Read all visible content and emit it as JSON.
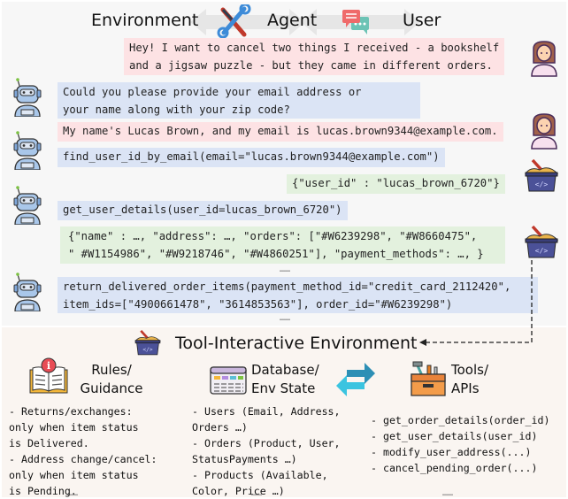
{
  "header": {
    "environment": "Environment",
    "agent": "Agent",
    "user": "User"
  },
  "conversation": [
    {
      "role": "user",
      "text": "Hey! I want to cancel two things I received - a bookshelf\nand a jigsaw puzzle - but they came in different orders."
    },
    {
      "role": "agent",
      "text": "Could you please provide your email address or\nyour name along with your zip code?"
    },
    {
      "role": "user",
      "text": "My name's Lucas Brown, and my email is lucas.brown9344@example.com."
    },
    {
      "role": "agent",
      "text": "find_user_id_by_email(email=\"lucas.brown9344@example.com\")"
    },
    {
      "role": "environment",
      "text": "{\"user_id\" : \"lucas_brown_6720\"}"
    },
    {
      "role": "agent",
      "text": "get_user_details(user_id=lucas_brown_6720\")"
    },
    {
      "role": "environment",
      "text": "{\"name\" : …, \"address\": …, \"orders\": [\"#W6239298\", \"#W8660475\",\n\" #W1154986\", \"#W9218746\", \"#W4860251\"], \"payment_methods\": …, }"
    },
    {
      "role": "agent",
      "text": "return_delivered_order_items(payment_method_id=\"credit_card_2112420\",\nitem_ids=[\"4900661478\", \"3614853563\"], order_id=\"#W6239298\")"
    }
  ],
  "ellipsis": "……",
  "environment_panel": {
    "title": "Tool-Interactive Environment",
    "rules": {
      "title": "Rules/\nGuidance",
      "text": "- Returns/exchanges:\nonly when item status\nis Delivered.\n- Address change/cancel:\nonly when item status\nis Pending.",
      "more": "……"
    },
    "database": {
      "title": "Database/\nEnv State",
      "text": "- Users (Email, Address,\nOrders …)\n- Orders (Product, User,\nStatusPayments …)\n- Products (Available,\nColor, Price …)",
      "more": "……"
    },
    "tools": {
      "title": "Tools/\nAPIs",
      "text": "- get_order_details(order_id)\n- get_user_details(user_id)\n- modify_user_address(...)\n- cancel_pending_order(...)",
      "more": "……"
    }
  },
  "colors": {
    "user_bubble": "#fde2e4",
    "agent_bubble": "#dbe4f5",
    "env_bubble": "#e3f1de",
    "top_bg": "#f7f7f7",
    "bottom_bg": "#faf5f1"
  }
}
